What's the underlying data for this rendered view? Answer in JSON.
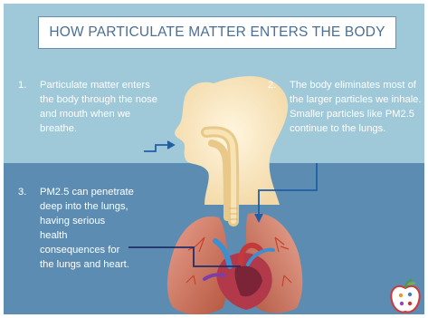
{
  "title": "HOW PARTICULATE MATTER ENTERS THE BODY",
  "steps": [
    {
      "number": "1.",
      "text": "Particulate matter enters the body through the nose and mouth when we breathe."
    },
    {
      "number": "2.",
      "text": "The body eliminates most of the larger particles we inhale.  Smaller particles like PM2.5 continue to the lungs."
    },
    {
      "number": "3.",
      "text": "PM2.5 can penetrate deep into the lungs, having serious health consequences for the lungs and heart."
    }
  ],
  "colors": {
    "background_top": "#9fc9d8",
    "background_bottom": "#5d8cb2",
    "title_text": "#4a6f96",
    "arrow": "#1f5fa8",
    "body_silhouette": "#f7e6c2"
  },
  "icons": [
    "apple-logo-icon"
  ]
}
